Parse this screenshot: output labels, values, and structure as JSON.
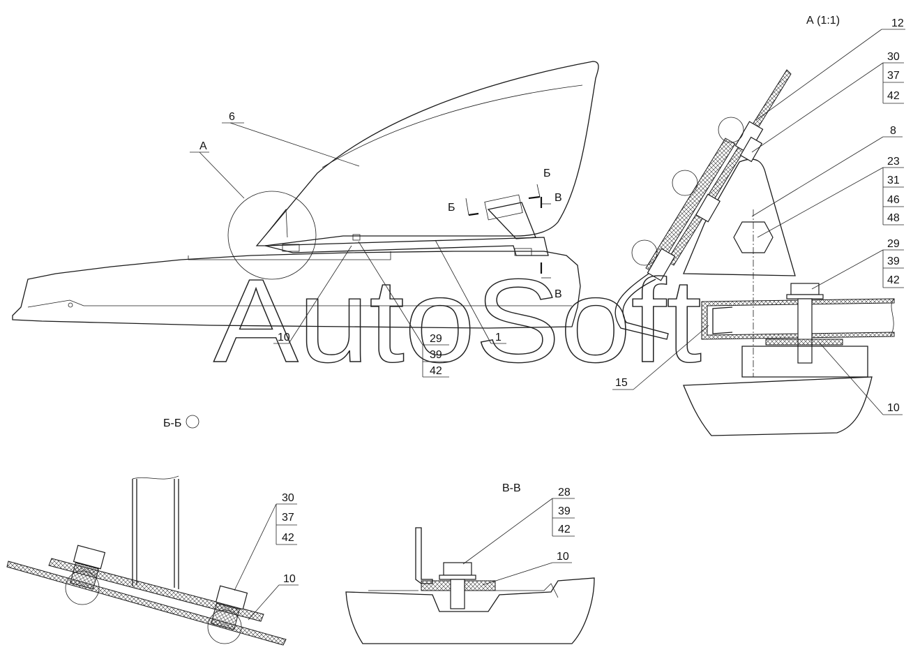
{
  "watermark": "AutoSoft",
  "section_titles": {
    "detail_a": "А (1:1)",
    "section_b": "Б-Б",
    "section_v": "В-В"
  },
  "view_markers": {
    "a": "А",
    "b1": "Б",
    "b2": "Б",
    "v1": "В",
    "v2": "В"
  },
  "callouts": {
    "main_6": "6",
    "main_1": "1",
    "main_10": "10",
    "main_29": "29",
    "main_39": "39",
    "main_42": "42",
    "a_12": "12",
    "a_30": "30",
    "a_37": "37",
    "a_42_top": "42",
    "a_8": "8",
    "a_23": "23",
    "a_31": "31",
    "a_46": "46",
    "a_48": "48",
    "a_29": "29",
    "a_39": "39",
    "a_42_mid": "42",
    "a_15": "15",
    "a_10": "10",
    "b_30": "30",
    "b_37": "37",
    "b_42": "42",
    "b_10": "10",
    "v_28": "28",
    "v_39": "39",
    "v_42": "42",
    "v_10": "10"
  }
}
